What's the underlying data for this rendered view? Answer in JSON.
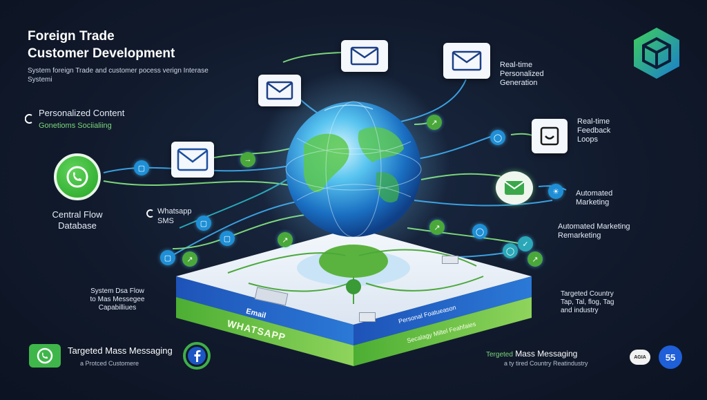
{
  "header": {
    "title_line1": "Foreign Trade",
    "title_line2": "Customer Development",
    "subtitle": "System foreign Trade and customer pocess verign Interase Systemi"
  },
  "left": {
    "personalized_title": "Personalized Content",
    "personalized_sub": "Gonetioms Sociialiing",
    "central_line1": "Central Flow",
    "central_line2": "Database",
    "whatsapp_label": "Whatsapp",
    "sms_label": "SMS",
    "data_flow_line1": "System Dsa Flow",
    "data_flow_line2": "to Mas Messegee",
    "data_flow_line3": "Capabilliues"
  },
  "right": {
    "realtime_gen_line1": "Real-time",
    "realtime_gen_line2": "Personalized",
    "realtime_gen_line3": "Generation",
    "feedback_line1": "Real-time",
    "feedback_line2": "Feedback",
    "feedback_line3": "Loops",
    "automated_line1": "Automated",
    "automated_line2": "Marketing",
    "remarketing_line1": "Automated Marketing",
    "remarketing_line2": "Remarketing",
    "targeted_line1": "Targeted Country",
    "targeted_line2": "Tap, Tal, flog, Tag",
    "targeted_line3": "and industry"
  },
  "platform": {
    "email_label": "Email",
    "whatsapp_label": "WHATSAPP",
    "personal_label": "Personal Foatueason",
    "strategy_label": "Secalagy Miltel Feahfaies"
  },
  "footer": {
    "left_title": "Targeted Mass Messaging",
    "left_sub": "a Protced Customere",
    "right_title_a": "Tergeted",
    "right_title_b": "Mass Messaging",
    "right_sub": "a ty tired Country Reatindustry",
    "badge_small": "AGIA",
    "badge_num": "55"
  },
  "icons": {
    "cube_logo": "cube-logo-icon",
    "whatsapp": "whatsapp-icon",
    "facebook": "facebook-icon",
    "email": "envelope-icon",
    "globe": "globe-icon"
  },
  "colors": {
    "accent_green": "#7cd67a",
    "accent_blue": "#1e8fd6",
    "background": "#111a2c"
  }
}
